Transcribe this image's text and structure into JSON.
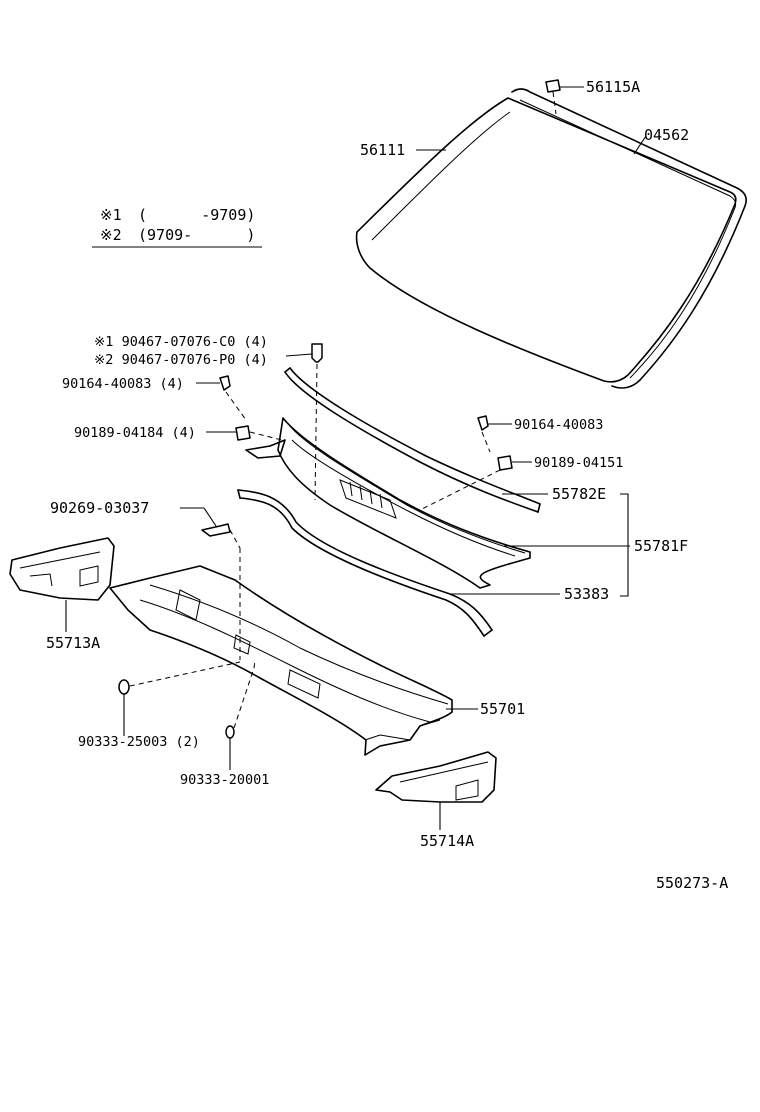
{
  "legend": {
    "row1": {
      "mark": "※1",
      "range": "(      -9709)"
    },
    "row2": {
      "mark": "※2",
      "range": "(9709-      )"
    }
  },
  "parts": {
    "p56115A": "56115A",
    "p56111": "56111",
    "p04562": "04562",
    "p90467_c0": "※1 90467-07076-C0 (4)",
    "p90467_p0": "※2 90467-07076-P0 (4)",
    "p90164_l": "90164-40083 (4)",
    "p90189_l": "90189-04184 (4)",
    "p90164_r": "90164-40083",
    "p90189_r": "90189-04151",
    "p55782E": "55782E",
    "p90269": "90269-03037",
    "p55781F": "55781F",
    "p53383": "53383",
    "p55713A": "55713A",
    "p55701": "55701",
    "p90333_25003": "90333-25003 (2)",
    "p90333_20001": "90333-20001",
    "p55714A": "55714A"
  },
  "diagram_code": "550273-A"
}
